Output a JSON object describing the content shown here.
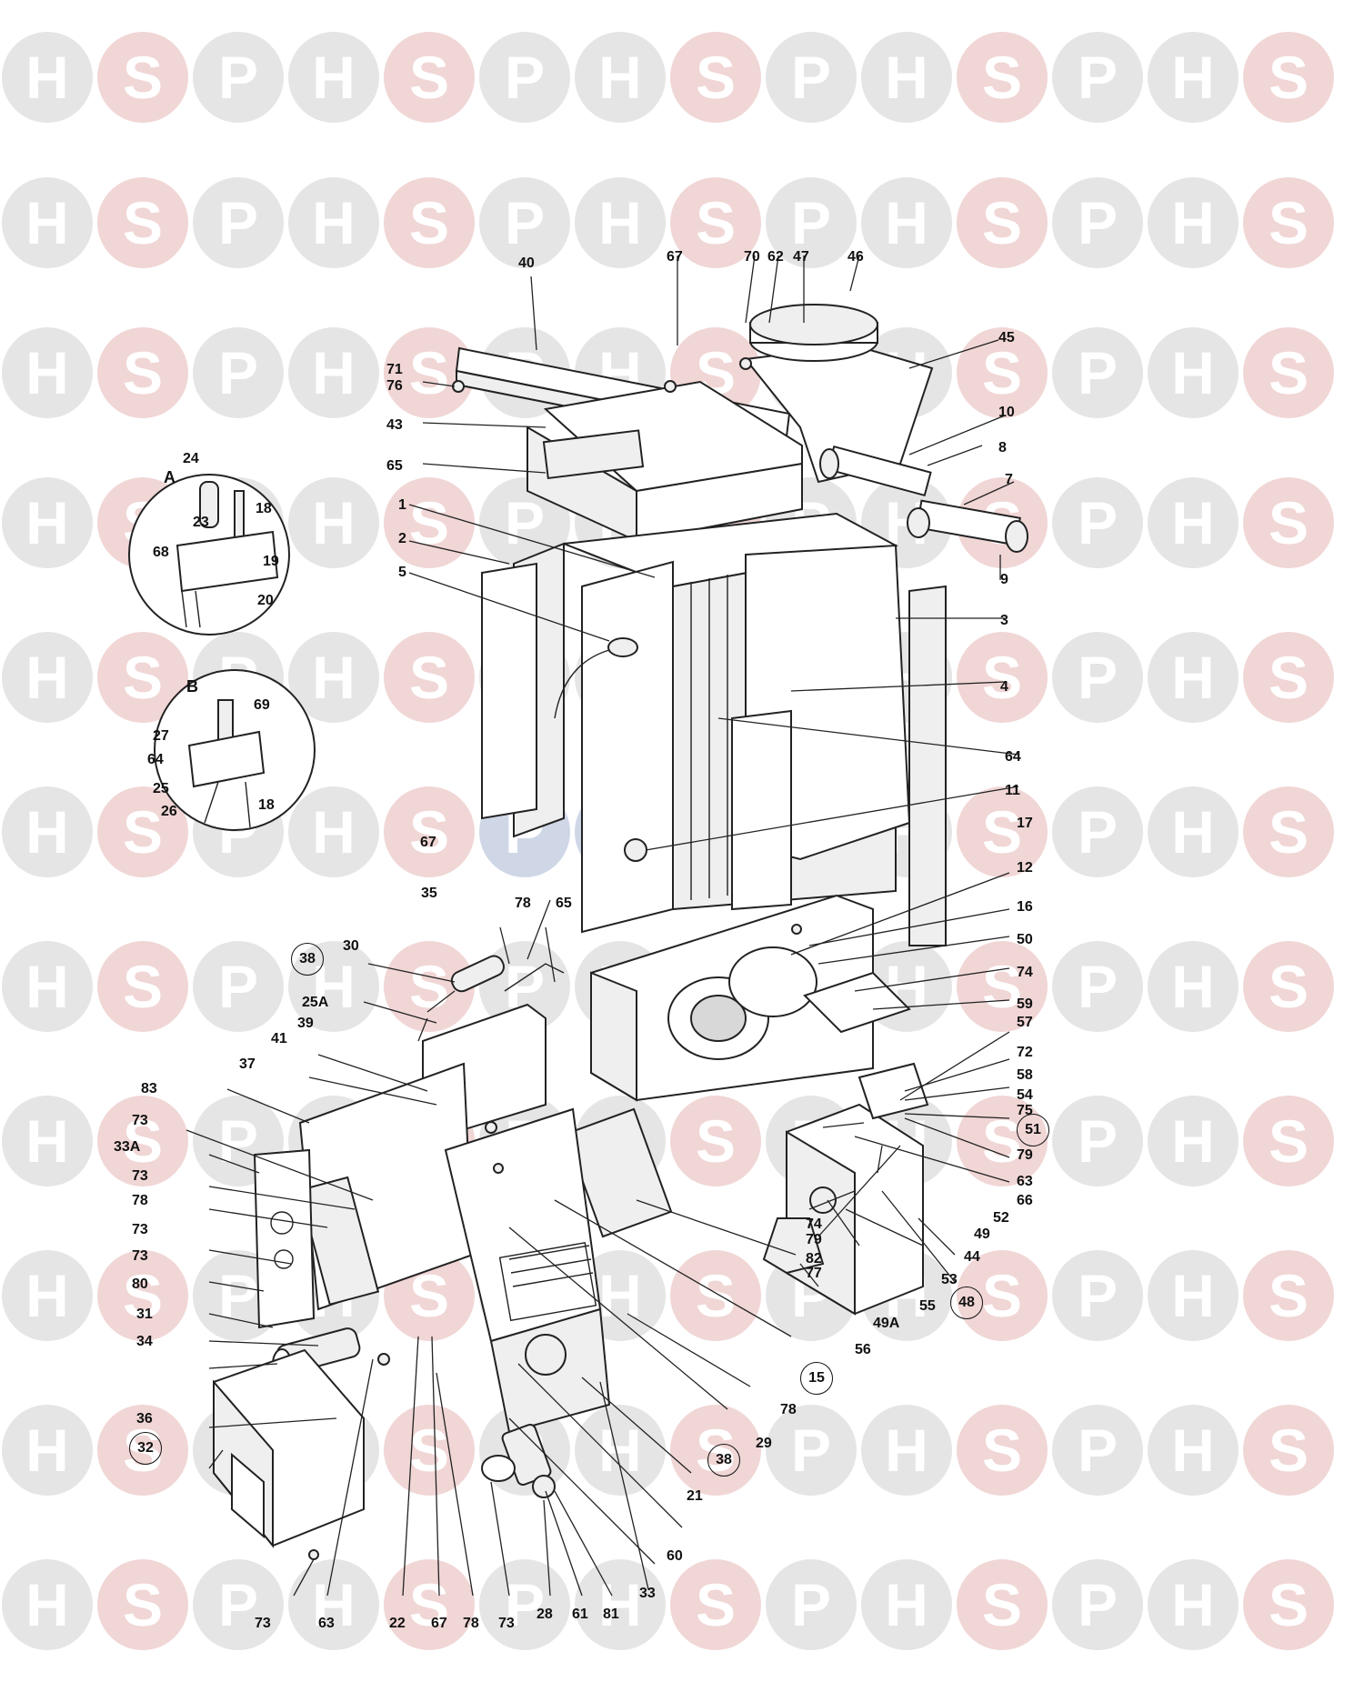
{
  "watermark": {
    "letters": [
      "H",
      "S",
      "P"
    ],
    "colors": {
      "H": "#cfcfcf",
      "S": "#e6b4b4",
      "P": "#cfcfcf",
      "center_H": "#a8b6d4",
      "center_S": "#cf9ea8",
      "center_P": "#a8b6d4"
    }
  },
  "details": {
    "a": "A",
    "b": "B"
  },
  "labels": [
    {
      "id": "40",
      "t": "40",
      "c": false
    },
    {
      "id": "67a",
      "t": "67",
      "c": false
    },
    {
      "id": "70",
      "t": "70",
      "c": false
    },
    {
      "id": "62",
      "t": "62",
      "c": false
    },
    {
      "id": "47",
      "t": "47",
      "c": false
    },
    {
      "id": "46",
      "t": "46",
      "c": false
    },
    {
      "id": "45",
      "t": "45",
      "c": false
    },
    {
      "id": "71",
      "t": "71",
      "c": false
    },
    {
      "id": "76",
      "t": "76",
      "c": false
    },
    {
      "id": "43",
      "t": "43",
      "c": false
    },
    {
      "id": "10",
      "t": "10",
      "c": false
    },
    {
      "id": "8",
      "t": "8",
      "c": false
    },
    {
      "id": "65a",
      "t": "65",
      "c": false
    },
    {
      "id": "7",
      "t": "7",
      "c": false
    },
    {
      "id": "1",
      "t": "1",
      "c": false
    },
    {
      "id": "9",
      "t": "9",
      "c": false
    },
    {
      "id": "2",
      "t": "2",
      "c": false
    },
    {
      "id": "5",
      "t": "5",
      "c": false
    },
    {
      "id": "3",
      "t": "3",
      "c": false
    },
    {
      "id": "4",
      "t": "4",
      "c": false
    },
    {
      "id": "64a",
      "t": "64",
      "c": false
    },
    {
      "id": "11",
      "t": "11",
      "c": false
    },
    {
      "id": "24",
      "t": "24",
      "c": false
    },
    {
      "id": "18a",
      "t": "18",
      "c": false
    },
    {
      "id": "23",
      "t": "23",
      "c": false
    },
    {
      "id": "68",
      "t": "68",
      "c": false
    },
    {
      "id": "19",
      "t": "19",
      "c": false
    },
    {
      "id": "20",
      "t": "20",
      "c": false
    },
    {
      "id": "69",
      "t": "69",
      "c": false
    },
    {
      "id": "27",
      "t": "27",
      "c": false
    },
    {
      "id": "64b",
      "t": "64",
      "c": false
    },
    {
      "id": "25",
      "t": "25",
      "c": false
    },
    {
      "id": "26",
      "t": "26",
      "c": false
    },
    {
      "id": "18b",
      "t": "18",
      "c": false
    },
    {
      "id": "67b",
      "t": "67",
      "c": false
    },
    {
      "id": "17",
      "t": "17",
      "c": false
    },
    {
      "id": "12",
      "t": "12",
      "c": false
    },
    {
      "id": "35",
      "t": "35",
      "c": false
    },
    {
      "id": "78a",
      "t": "78",
      "c": false
    },
    {
      "id": "65b",
      "t": "65",
      "c": false
    },
    {
      "id": "16",
      "t": "16",
      "c": false
    },
    {
      "id": "30",
      "t": "30",
      "c": false
    },
    {
      "id": "50",
      "t": "50",
      "c": false
    },
    {
      "id": "38a",
      "t": "38",
      "c": true
    },
    {
      "id": "74a",
      "t": "74",
      "c": false
    },
    {
      "id": "25A",
      "t": "25A",
      "c": false
    },
    {
      "id": "59",
      "t": "59",
      "c": false
    },
    {
      "id": "39",
      "t": "39",
      "c": false
    },
    {
      "id": "57",
      "t": "57",
      "c": false
    },
    {
      "id": "41",
      "t": "41",
      "c": false
    },
    {
      "id": "72",
      "t": "72",
      "c": false
    },
    {
      "id": "37",
      "t": "37",
      "c": false
    },
    {
      "id": "58",
      "t": "58",
      "c": false
    },
    {
      "id": "83",
      "t": "83",
      "c": false
    },
    {
      "id": "54",
      "t": "54",
      "c": false
    },
    {
      "id": "75",
      "t": "75",
      "c": false
    },
    {
      "id": "51",
      "t": "51",
      "c": true
    },
    {
      "id": "73a",
      "t": "73",
      "c": false
    },
    {
      "id": "79a",
      "t": "79",
      "c": false
    },
    {
      "id": "33A",
      "t": "33A",
      "c": false
    },
    {
      "id": "63a",
      "t": "63",
      "c": false
    },
    {
      "id": "66",
      "t": "66",
      "c": false
    },
    {
      "id": "73b",
      "t": "73",
      "c": false
    },
    {
      "id": "52",
      "t": "52",
      "c": false
    },
    {
      "id": "78b",
      "t": "78",
      "c": false
    },
    {
      "id": "49",
      "t": "49",
      "c": false
    },
    {
      "id": "74b",
      "t": "74",
      "c": false
    },
    {
      "id": "79b",
      "t": "79",
      "c": false
    },
    {
      "id": "73c",
      "t": "73",
      "c": false
    },
    {
      "id": "44",
      "t": "44",
      "c": false
    },
    {
      "id": "82",
      "t": "82",
      "c": false
    },
    {
      "id": "77",
      "t": "77",
      "c": false
    },
    {
      "id": "73d",
      "t": "73",
      "c": false
    },
    {
      "id": "53",
      "t": "53",
      "c": false
    },
    {
      "id": "80",
      "t": "80",
      "c": false
    },
    {
      "id": "55",
      "t": "55",
      "c": false
    },
    {
      "id": "48",
      "t": "48",
      "c": true
    },
    {
      "id": "49A",
      "t": "49A",
      "c": false
    },
    {
      "id": "31",
      "t": "31",
      "c": false
    },
    {
      "id": "34",
      "t": "34",
      "c": false
    },
    {
      "id": "56",
      "t": "56",
      "c": false
    },
    {
      "id": "15",
      "t": "15",
      "c": true
    },
    {
      "id": "78c",
      "t": "78",
      "c": false
    },
    {
      "id": "36",
      "t": "36",
      "c": false
    },
    {
      "id": "29",
      "t": "29",
      "c": false
    },
    {
      "id": "32",
      "t": "32",
      "c": true
    },
    {
      "id": "38b",
      "t": "38",
      "c": true
    },
    {
      "id": "21",
      "t": "21",
      "c": false
    },
    {
      "id": "60",
      "t": "60",
      "c": false
    },
    {
      "id": "33",
      "t": "33",
      "c": false
    },
    {
      "id": "73e",
      "t": "73",
      "c": false
    },
    {
      "id": "63b",
      "t": "63",
      "c": false
    },
    {
      "id": "22",
      "t": "22",
      "c": false
    },
    {
      "id": "67c",
      "t": "67",
      "c": false
    },
    {
      "id": "78d",
      "t": "78",
      "c": false
    },
    {
      "id": "73f",
      "t": "73",
      "c": false
    },
    {
      "id": "28",
      "t": "28",
      "c": false
    },
    {
      "id": "61",
      "t": "61",
      "c": false
    },
    {
      "id": "81",
      "t": "81",
      "c": false
    }
  ]
}
